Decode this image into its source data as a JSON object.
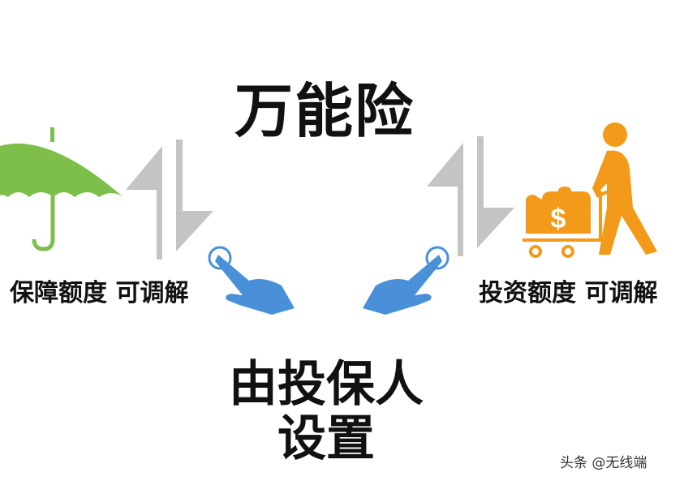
{
  "title": "万能险",
  "left_label": "保障额度 可调解",
  "right_label": "投资额度 可调解",
  "bottom_text": [
    "由投保人",
    "设置"
  ],
  "watermark": "头条 @无线端",
  "colors": {
    "umbrella": "#7dbf4a",
    "arrows": "#c4c4c4",
    "hand": "#4a90d9",
    "investment": "#f39a1a"
  },
  "icons": [
    "umbrella-icon",
    "swap-arrows-icon",
    "pointing-hand-icon",
    "money-luggage-icon",
    "person-pushing-cart-icon"
  ]
}
